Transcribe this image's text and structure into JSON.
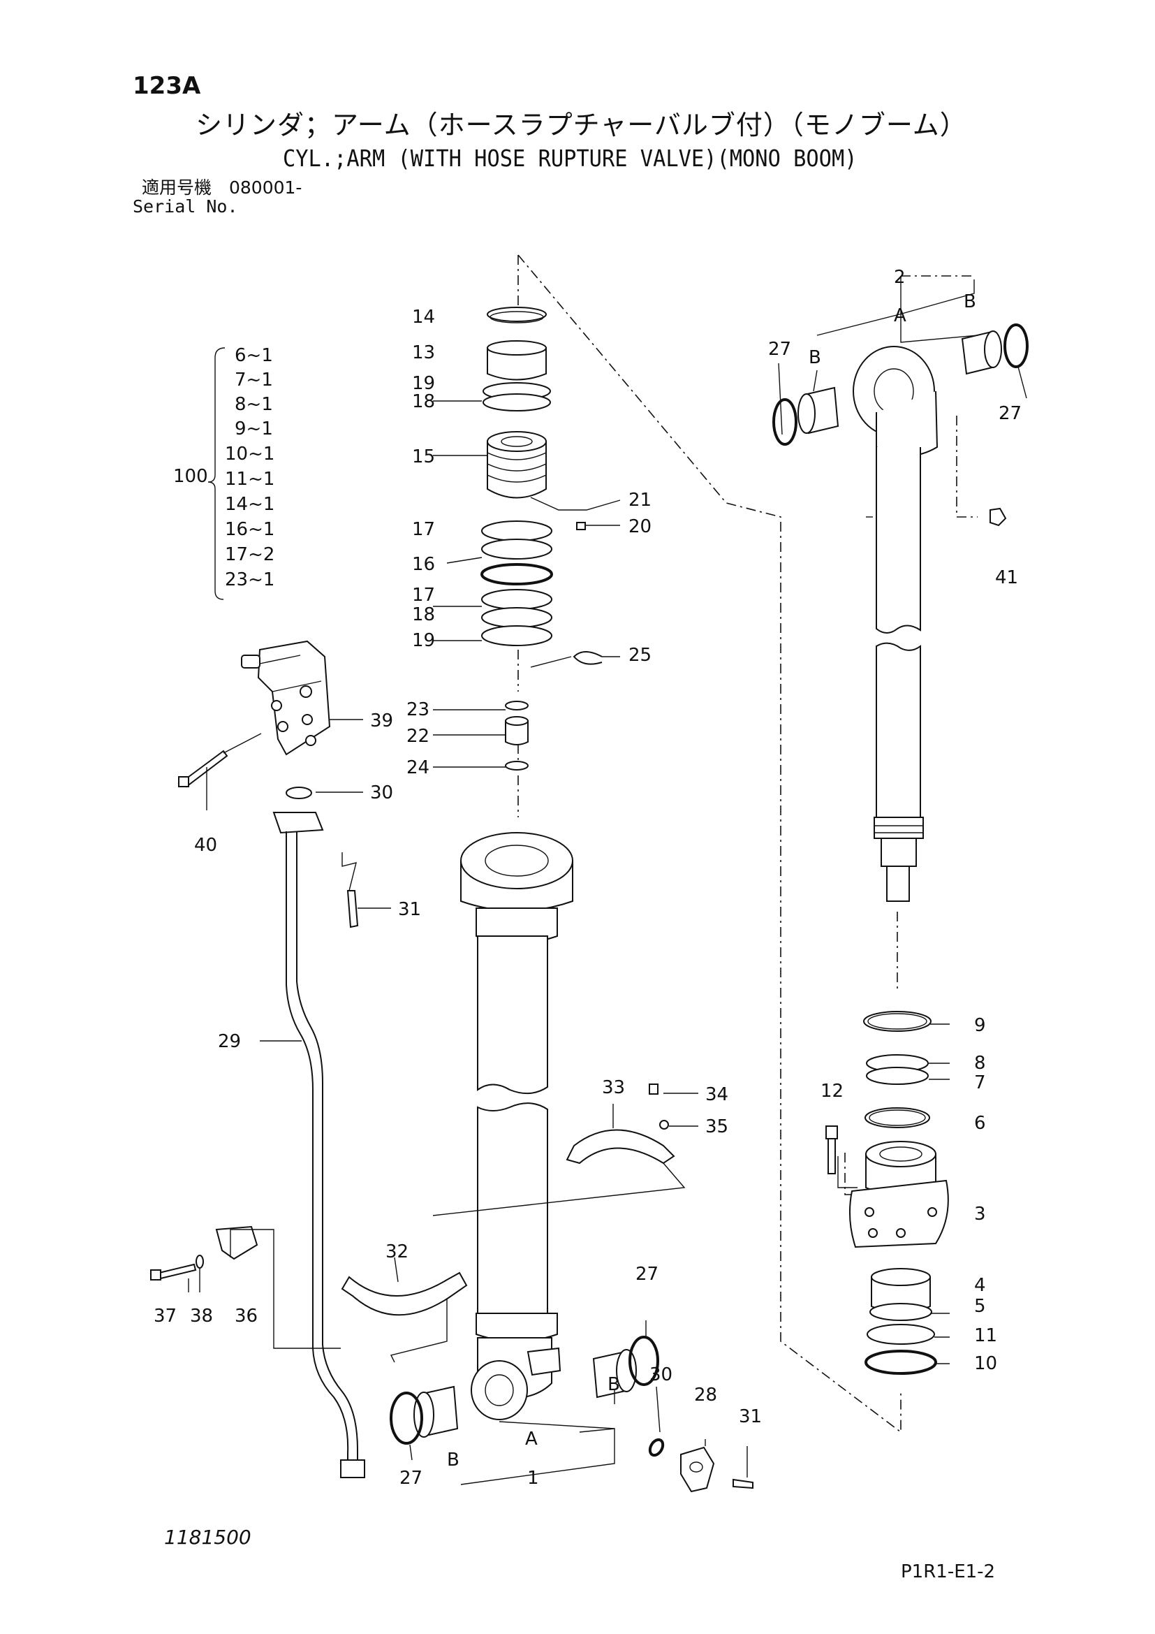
{
  "header": {
    "page_number": "123A",
    "title_jp": "シリンダ；アーム（ホースラプチャーバルブ付）（モノブーム）",
    "title_en": "CYL.;ARM (WITH HOSE RUPTURE VALVE)(MONO BOOM)",
    "serial_label_jp": "適用号機　080001-",
    "serial_label_en": "Serial No."
  },
  "footer": {
    "drawing_id": "1181500",
    "page_code": "P1R1-E1-2"
  },
  "kit": {
    "label": "100",
    "items": [
      "6~1",
      "7~1",
      "8~1",
      "9~1",
      "10~1",
      "11~1",
      "14~1",
      "16~1",
      "17~2",
      "23~1"
    ]
  },
  "callouts": {
    "c1": "1",
    "c2": "2",
    "c3": "3",
    "c4": "4",
    "c5": "5",
    "c6": "6",
    "c7": "7",
    "c8": "8",
    "c9": "9",
    "c10": "10",
    "c11": "11",
    "c12": "12",
    "c13": "13",
    "c14": "14",
    "c15": "15",
    "c16": "16",
    "c17a": "17",
    "c17b": "17",
    "c18a": "18",
    "c18b": "18",
    "c19a": "19",
    "c19b": "19",
    "c20": "20",
    "c21": "21",
    "c22": "22",
    "c23": "23",
    "c24": "24",
    "c25": "25",
    "c27a": "27",
    "c27b": "27",
    "c27c": "27",
    "c27d": "27",
    "c28": "28",
    "c29": "29",
    "c30a": "30",
    "c30b": "30",
    "c31a": "31",
    "c31b": "31",
    "c32": "32",
    "c33": "33",
    "c34": "34",
    "c35": "35",
    "c36": "36",
    "c37": "37",
    "c38": "38",
    "c39": "39",
    "c40": "40",
    "c41": "41"
  },
  "reference_letters": {
    "a_top": "A",
    "b_top_left": "B",
    "b_top_right": "B",
    "a_bottom": "A",
    "b_bottom_left": "B",
    "b_bottom_right": "B"
  }
}
